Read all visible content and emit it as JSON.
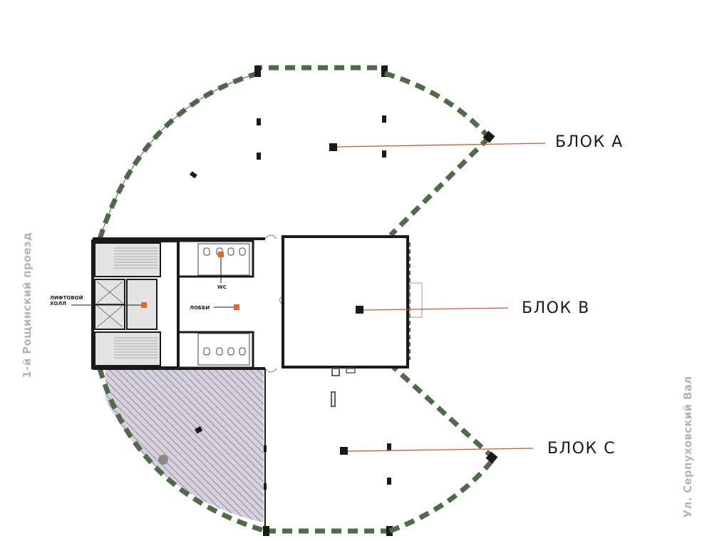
{
  "streets": {
    "left": "1-й Рощинский проезд",
    "right": "Ул. Серпуховский Вал"
  },
  "blocks": {
    "a": "БЛОК А",
    "b": "БЛОК В",
    "c": "БЛОК С"
  },
  "rooms": {
    "elevator_hall_line1": "ЛИФТОВОЙ",
    "elevator_hall_line2": "ХОЛЛ",
    "lobby": "ЛОББИ",
    "wc": "WC"
  },
  "colors": {
    "wall": "#1a1a1a",
    "facade_green": "#4f6b4a",
    "leader_line": "#d9532b",
    "marker_orange": "#e8632b",
    "core_gray": "#e3e3e3",
    "hatch": "#a7a0b3",
    "street_text": "#b5b5b5"
  }
}
